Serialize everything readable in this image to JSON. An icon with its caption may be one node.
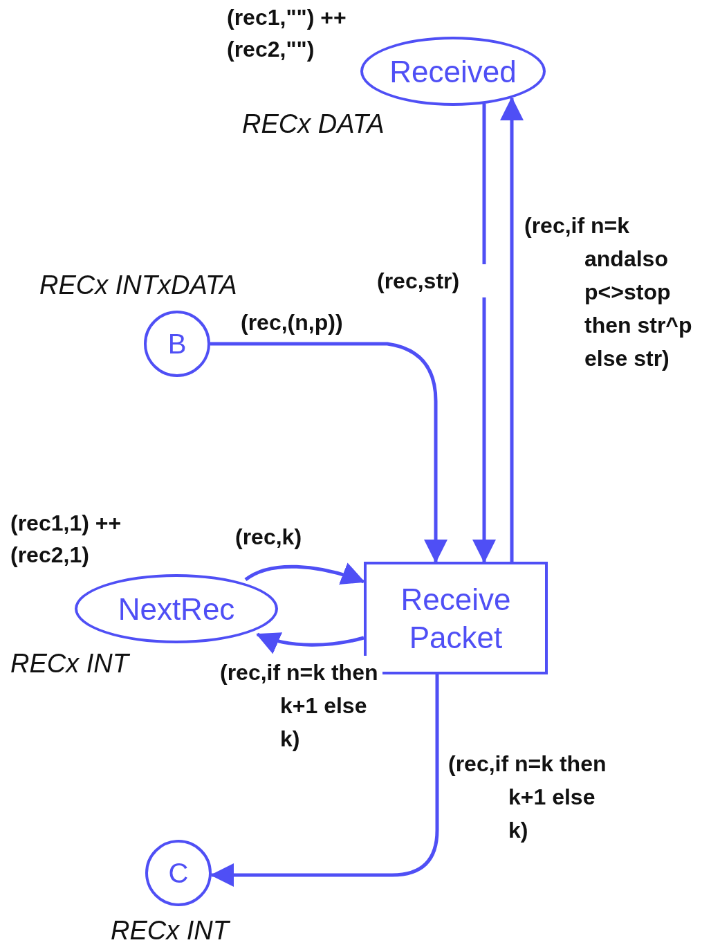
{
  "diagram": {
    "nodes": [
      {
        "text": [
          "Received"
        ],
        "beside": [
          "(rec1,\"\") ++ (rec2,\"\")",
          "RECx DATA"
        ]
      },
      {
        "text": [
          "B"
        ],
        "beside": [
          "RECx INTxDATA"
        ]
      },
      {
        "text": [
          "NextRec"
        ],
        "beside": [
          "(rec1,1) ++ (rec2,1)",
          "RECx INT"
        ]
      },
      {
        "text": [
          "Receive Packet"
        ]
      },
      {
        "text": [
          "C"
        ],
        "beside": [
          "RECx INT"
        ]
      }
    ],
    "edges": [
      {
        "from": 0,
        "to": 3,
        "arrow": "to",
        "label": "(rec,str)"
      },
      {
        "from": 3,
        "to": 0,
        "arrow": "to",
        "label": "(rec,if n=k andalso p<>stop then str^p else str)"
      },
      {
        "from": 1,
        "to": 3,
        "arrow": "to",
        "label": "(rec,(n,p))"
      },
      {
        "from": 2,
        "to": 3,
        "arrow": "to",
        "label": "(rec,k)"
      },
      {
        "from": 3,
        "to": 2,
        "arrow": "to",
        "label": "(rec,if n=k then k+1 else k)"
      },
      {
        "from": 3,
        "to": 4,
        "arrow": "to",
        "label": "(rec,if n=k then k+1 else k)"
      }
    ]
  }
}
